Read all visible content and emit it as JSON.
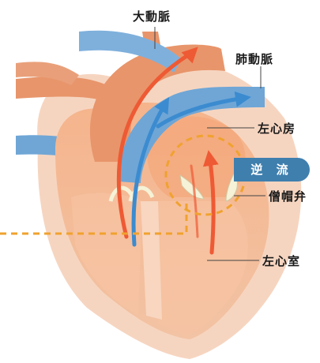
{
  "labels": {
    "aorta": "大動脈",
    "pulmonary_vein": "肺動脈",
    "left_atrium": "左心房",
    "regurgitation": "逆 流",
    "mitral_valve": "僧帽弁",
    "left_ventricle": "左心室"
  },
  "colors": {
    "heart_outer": "#f6d5c0",
    "heart_body": "#f3b893",
    "heart_inner": "#f4a273",
    "vessel_orange": "#e8956b",
    "vessel_blue": "#6fa6d6",
    "arrow_red": "#ee5a34",
    "arrow_blue": "#3b8bd0",
    "valve": "#f5f2d7",
    "dashed_circle": "#f0a22e",
    "badge": "#3f7fae"
  }
}
